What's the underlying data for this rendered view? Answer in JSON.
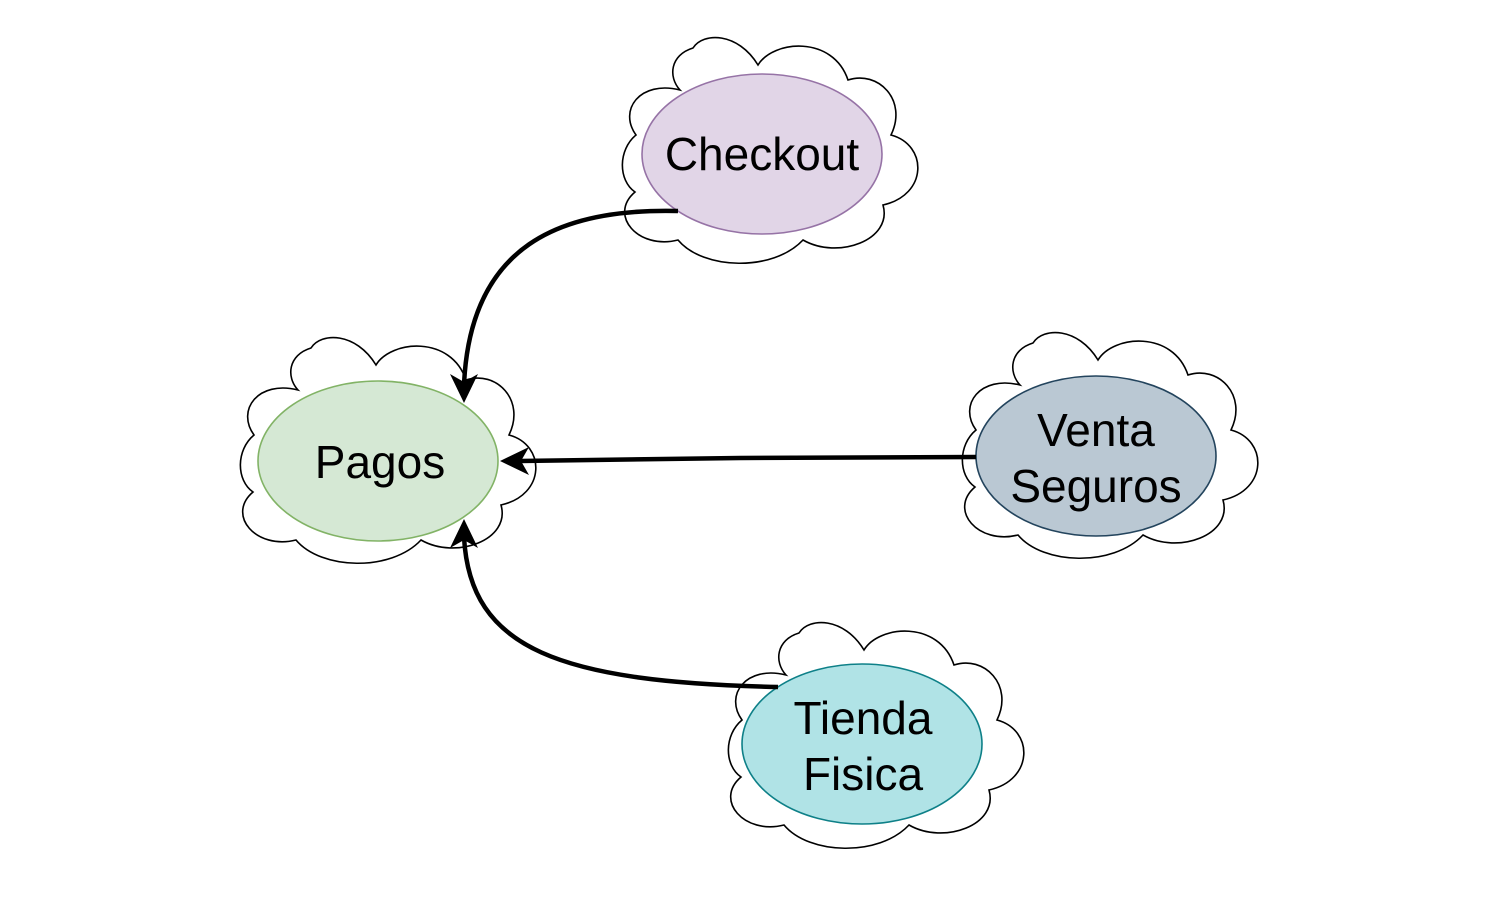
{
  "diagram": {
    "nodes": [
      {
        "id": "checkout",
        "label_lines": [
          "Checkout"
        ],
        "fill": "#e1d5e7",
        "stroke": "#9673a6"
      },
      {
        "id": "pagos",
        "label_lines": [
          "Pagos"
        ],
        "fill": "#d5e8d4",
        "stroke": "#82b366"
      },
      {
        "id": "venta-seguros",
        "label_lines": [
          "Venta",
          "Seguros"
        ],
        "fill": "#bac8d3",
        "stroke": "#23445d"
      },
      {
        "id": "tienda-fisica",
        "label_lines": [
          "Tienda",
          "Fisica"
        ],
        "fill": "#b0e3e6",
        "stroke": "#0e8088"
      }
    ],
    "edges": [
      {
        "from": "checkout",
        "to": "pagos"
      },
      {
        "from": "venta-seguros",
        "to": "pagos"
      },
      {
        "from": "tienda-fisica",
        "to": "pagos"
      }
    ],
    "colors": {
      "cloud_stroke": "#000000",
      "cloud_fill": "#ffffff",
      "edge": "#000000"
    }
  }
}
